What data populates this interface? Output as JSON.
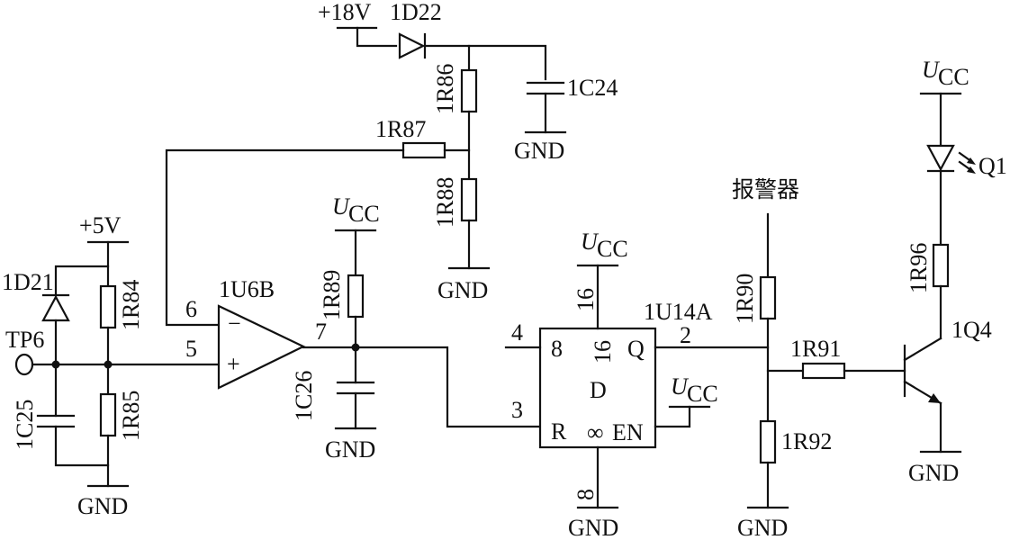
{
  "labels": {
    "v18": "+18V",
    "d22": "1D22",
    "r86": "1R86",
    "c24": "1C24",
    "gnd": "GND",
    "r87": "1R87",
    "r88": "1R88",
    "v5": "+5V",
    "d21": "1D21",
    "r84": "1R84",
    "r85": "1R85",
    "tp6": "TP6",
    "c25": "1C25",
    "u6b": "1U6B",
    "pin6": "6",
    "pin5": "5",
    "pin7": "7",
    "minus": "−",
    "plus": "+",
    "c26": "1C26",
    "r89": "1R89",
    "ucc_u": "U",
    "ucc_sub": "CC",
    "u14a": "1U14A",
    "pin4": "4",
    "pin16": "16",
    "pin2": "2",
    "pin3": "3",
    "pin8": "8",
    "box_8": "8",
    "box_16": "16",
    "box_q": "Q",
    "box_d": "D",
    "box_r": "R",
    "box_inf": "∞",
    "box_en": "EN",
    "alarm": "报警器",
    "r90": "1R90",
    "r91": "1R91",
    "r92": "1R92",
    "q1": "Q1",
    "r96": "1R96",
    "q4": "1Q4"
  }
}
